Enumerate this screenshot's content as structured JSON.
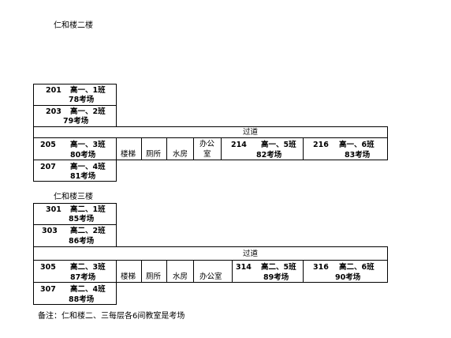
{
  "floor2": {
    "title": "仁和楼二楼",
    "rooms": [
      {
        "num": "201",
        "class": "高一、1班",
        "venue": "78考场"
      },
      {
        "num": "203",
        "class": "高一、2班",
        "venue": "79考场"
      },
      {
        "num": "205",
        "class": "高一、3班",
        "venue": "80考场"
      },
      {
        "num": "207",
        "class": "高一、4班",
        "venue": "81考场"
      },
      {
        "num": "214",
        "class": "高一、5班",
        "venue": "82考场"
      },
      {
        "num": "216",
        "class": "高一、6班",
        "venue": "83考场"
      }
    ],
    "corridor": "过道",
    "stairs": "楼梯",
    "toilet": "厕所",
    "water": "水房",
    "office_line1": "办公",
    "office_line2": "室"
  },
  "floor3": {
    "title": "仁和楼三楼",
    "rooms": [
      {
        "num": "301",
        "class": "高二、1班",
        "venue": "85考场"
      },
      {
        "num": "303",
        "class": "高二、2班",
        "venue": "86考场"
      },
      {
        "num": "305",
        "class": "高二、3班",
        "venue": "87考场"
      },
      {
        "num": "307",
        "class": "高二、4班",
        "venue": "88考场"
      },
      {
        "num": "314",
        "class": "高二、5班",
        "venue": "89考场"
      },
      {
        "num": "316",
        "class": "高二、6班",
        "venue": "90考场"
      }
    ],
    "corridor": "过道",
    "stairs": "楼梯",
    "toilet": "厕所",
    "water": "水房",
    "office": "办公室"
  },
  "note": "备注：仁和楼二、三每层各6间教室是考场"
}
